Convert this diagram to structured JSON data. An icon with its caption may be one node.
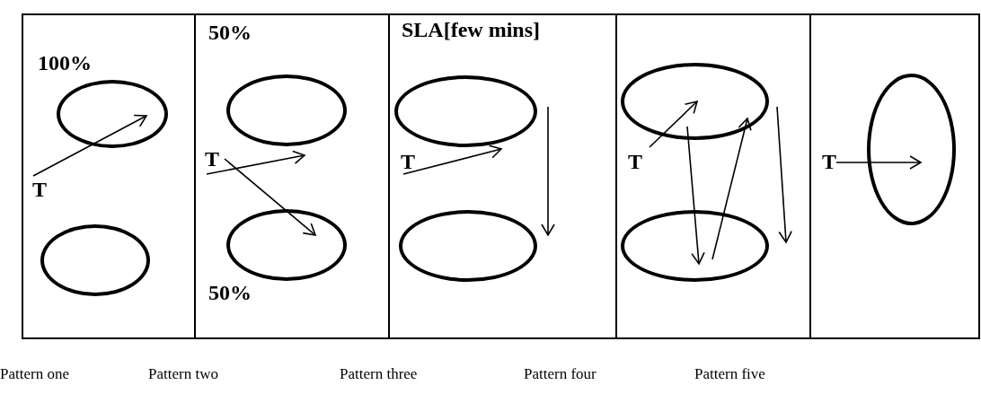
{
  "diagram": {
    "nodes": [
      {
        "text": [
          "100%"
        ],
        "beside": [
          "Pattern one"
        ]
      },
      {
        "text": [],
        "shape": "ellipse",
        "in": 0
      },
      {
        "text": [],
        "shape": "ellipse",
        "in": 0
      },
      {
        "text": [
          "T"
        ],
        "in": 0
      },
      {
        "text": [
          "50%",
          "50%"
        ],
        "beside": [
          "Pattern two"
        ]
      },
      {
        "text": [],
        "shape": "ellipse",
        "in": 4
      },
      {
        "text": [],
        "shape": "ellipse",
        "in": 4
      },
      {
        "text": [
          "T"
        ],
        "in": 4
      },
      {
        "text": [
          "SLA[few mins]"
        ],
        "beside": [
          "Pattern three"
        ]
      },
      {
        "text": [],
        "shape": "ellipse",
        "in": 8
      },
      {
        "text": [],
        "shape": "ellipse",
        "in": 8
      },
      {
        "text": [
          "T"
        ],
        "in": 8
      },
      {
        "text": [],
        "shape": "box",
        "beside": [
          "Pattern four"
        ]
      },
      {
        "text": [],
        "shape": "ellipse",
        "in": 12
      },
      {
        "text": [],
        "shape": "ellipse",
        "in": 12
      },
      {
        "text": [
          "T"
        ],
        "in": 12
      },
      {
        "text": [],
        "shape": "box",
        "beside": [
          "Pattern five"
        ]
      },
      {
        "text": [],
        "shape": "ellipse",
        "in": 16
      },
      {
        "text": [
          "T"
        ],
        "in": 16
      }
    ],
    "edges": [
      {
        "from": 3,
        "to": 1,
        "arrow": "to"
      },
      {
        "from": 7,
        "to": 5,
        "arrow": "to"
      },
      {
        "from": 7,
        "to": 6,
        "arrow": "to"
      },
      {
        "from": 11,
        "to": 9,
        "arrow": "to"
      },
      {
        "from": 9,
        "to": 10,
        "arrow": "to"
      },
      {
        "from": 15,
        "to": 13,
        "arrow": "to"
      },
      {
        "from": 13,
        "to": 14,
        "arrow": "to"
      },
      {
        "from": 14,
        "to": 13,
        "arrow": "to"
      },
      {
        "from": 13,
        "to": 14,
        "arrow": "to"
      },
      {
        "from": 18,
        "to": 17,
        "arrow": "to"
      }
    ]
  }
}
